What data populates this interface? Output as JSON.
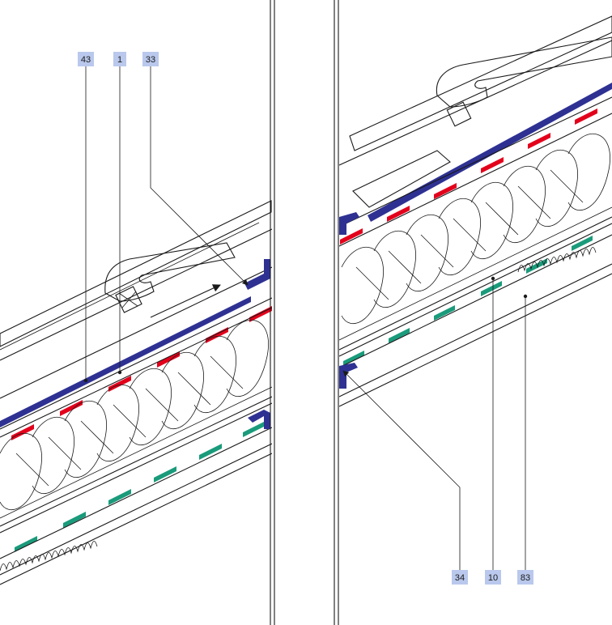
{
  "labels": {
    "l43": "43",
    "l1": "1",
    "l33": "33",
    "l34": "34",
    "l10": "10",
    "l83": "83"
  },
  "colors": {
    "membrane_blue": "#2e3192",
    "vapour_red": "#e3001b",
    "tape_green": "#1a9b7b",
    "label_bg": "#b9c8ec",
    "line": "#1a1a1a"
  }
}
